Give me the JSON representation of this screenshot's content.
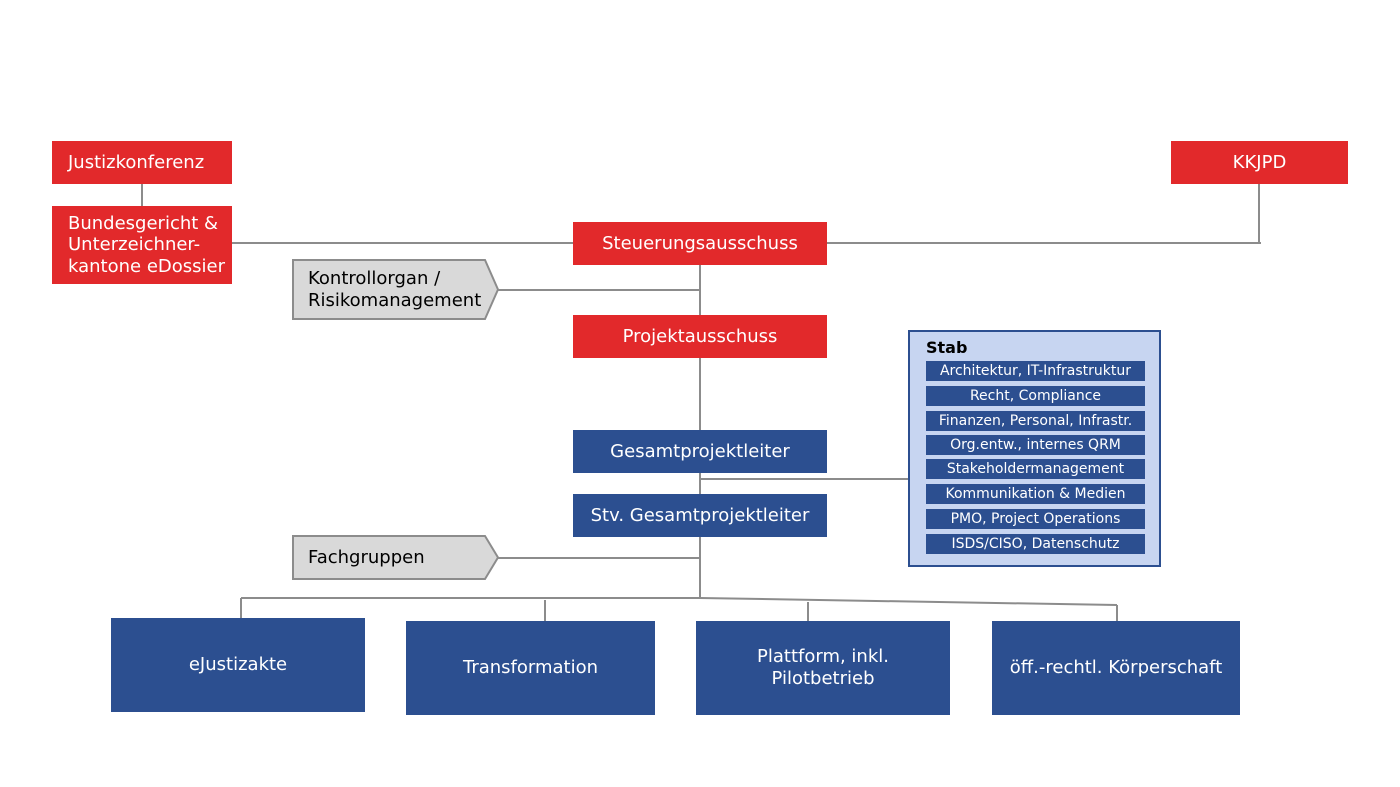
{
  "nodes": {
    "justizkonferenz": "Justizkonferenz",
    "bundesgericht": "Bundesgericht &\nUnterzeichner-\nkantone eDossier",
    "kkjpd": "KKJPD",
    "steuerungsausschuss": "Steuerungsausschuss",
    "kontrollorgan": "Kontrollorgan /\nRisikomanagement",
    "projektausschuss": "Projektausschuss",
    "gesamtprojektleiter": "Gesamtprojektleiter",
    "stv_gesamtprojektleiter": "Stv. Gesamtprojektleiter",
    "fachgruppen": "Fachgruppen"
  },
  "stab": {
    "title": "Stab",
    "items": [
      "Architektur, IT-Infrastruktur",
      "Recht, Compliance",
      "Finanzen, Personal, Infrastr.",
      "Org.entw., internes QRM",
      "Stakeholdermanagement",
      "Kommunikation & Medien",
      "PMO, Project Operations",
      "ISDS/CISO, Datenschutz"
    ]
  },
  "teilprojekte": [
    "eJustizakte",
    "Transformation",
    "Plattform, inkl.\nPilotbetrieb",
    "öff.-rechtl. Körperschaft"
  ],
  "colors": {
    "red": "#e2292b",
    "blue": "#2c4f90",
    "stab_background": "#c7d5f1",
    "arrow_fill": "#d9d9d9",
    "line": "#8c8c8c"
  }
}
